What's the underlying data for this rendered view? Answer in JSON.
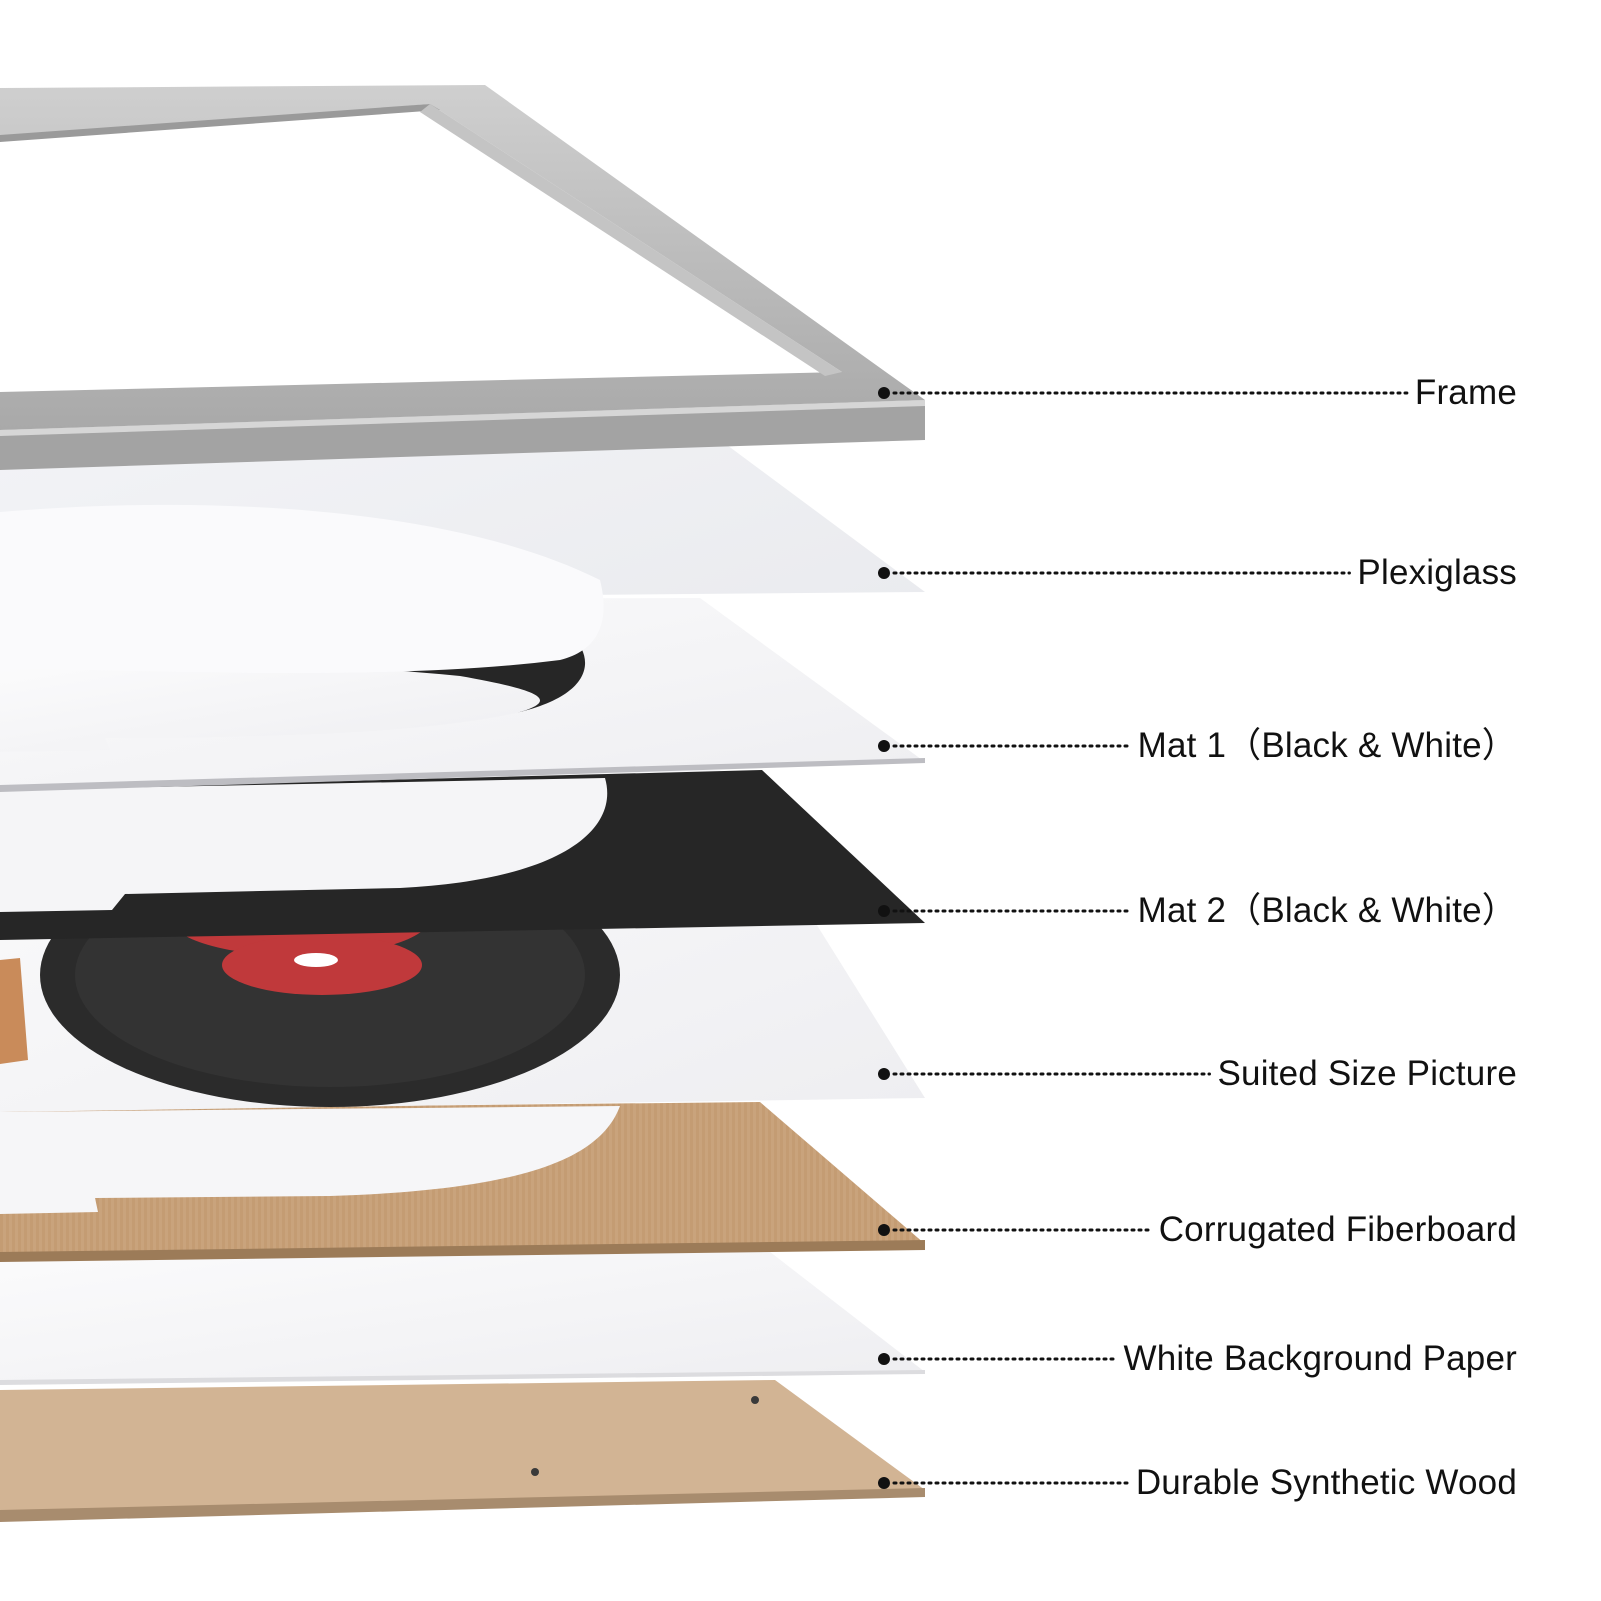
{
  "diagram": {
    "layers": [
      {
        "id": "frame",
        "label": "Frame"
      },
      {
        "id": "plexiglass",
        "label": "Plexiglass"
      },
      {
        "id": "mat1",
        "label": "Mat 1（Black & White）"
      },
      {
        "id": "mat2",
        "label": "Mat 2（Black & White）"
      },
      {
        "id": "picture",
        "label": "Suited Size Picture"
      },
      {
        "id": "fiberboard",
        "label": "Corrugated Fiberboard"
      },
      {
        "id": "background-paper",
        "label": "White Background Paper"
      },
      {
        "id": "synthetic-wood",
        "label": "Durable Synthetic Wood"
      }
    ]
  },
  "colors": {
    "frame": "#b9b9b9",
    "mat_black": "#262626",
    "mat_white": "#f5f5f7",
    "vinyl": "#2b2b2b",
    "vinyl_label": "#c0393b",
    "kraft": "#c9a37c",
    "synthetic_wood": "#d2b494",
    "leader": "#111111"
  }
}
